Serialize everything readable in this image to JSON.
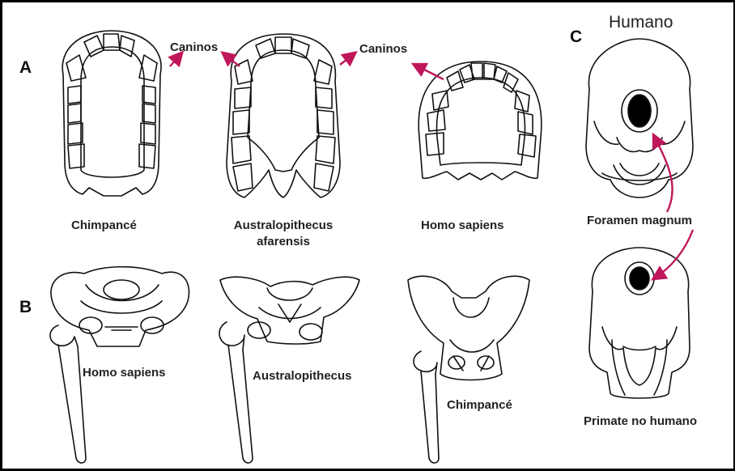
{
  "panels": {
    "a": "A",
    "b": "B",
    "c": "C"
  },
  "labels": {
    "caninos_left": "Caninos",
    "caninos_right": "Caninos",
    "jaw_chimp": "Chimpancé",
    "jaw_austral_line1": "Australopithecus",
    "jaw_austral_line2": "afarensis",
    "jaw_homo": "Homo sapiens",
    "pelvis_homo": "Homo sapiens",
    "pelvis_austral": "Australopithecus",
    "pelvis_chimp": "Chimpancé",
    "humano": "Humano",
    "foramen": "Foramen magnum",
    "primate": "Primate no humano"
  },
  "colors": {
    "arrow": "#c0175a",
    "ink": "#111111"
  }
}
